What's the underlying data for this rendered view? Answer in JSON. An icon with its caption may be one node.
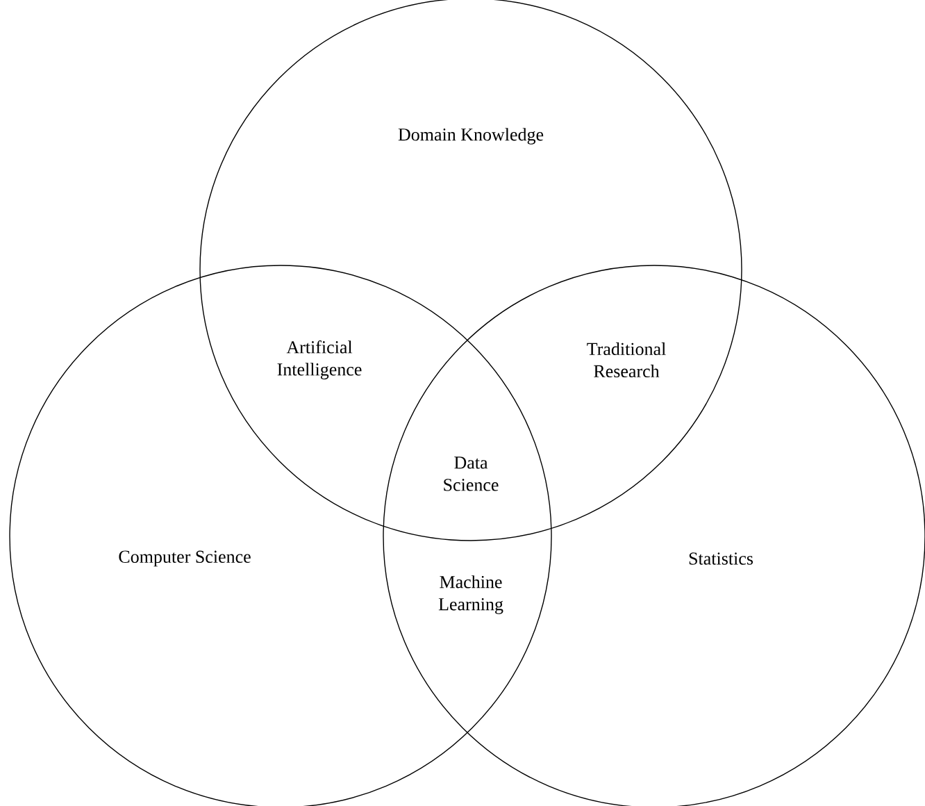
{
  "diagram": {
    "nodes": [
      {
        "text": [
          "Domain Knowledge"
        ]
      },
      {
        "text": [
          "Computer Science"
        ]
      },
      {
        "text": [
          "Statistics"
        ]
      }
    ],
    "labels": [
      "Artificial Intelligence",
      "Traditional Research",
      "Data Science",
      "Machine Learning"
    ]
  }
}
